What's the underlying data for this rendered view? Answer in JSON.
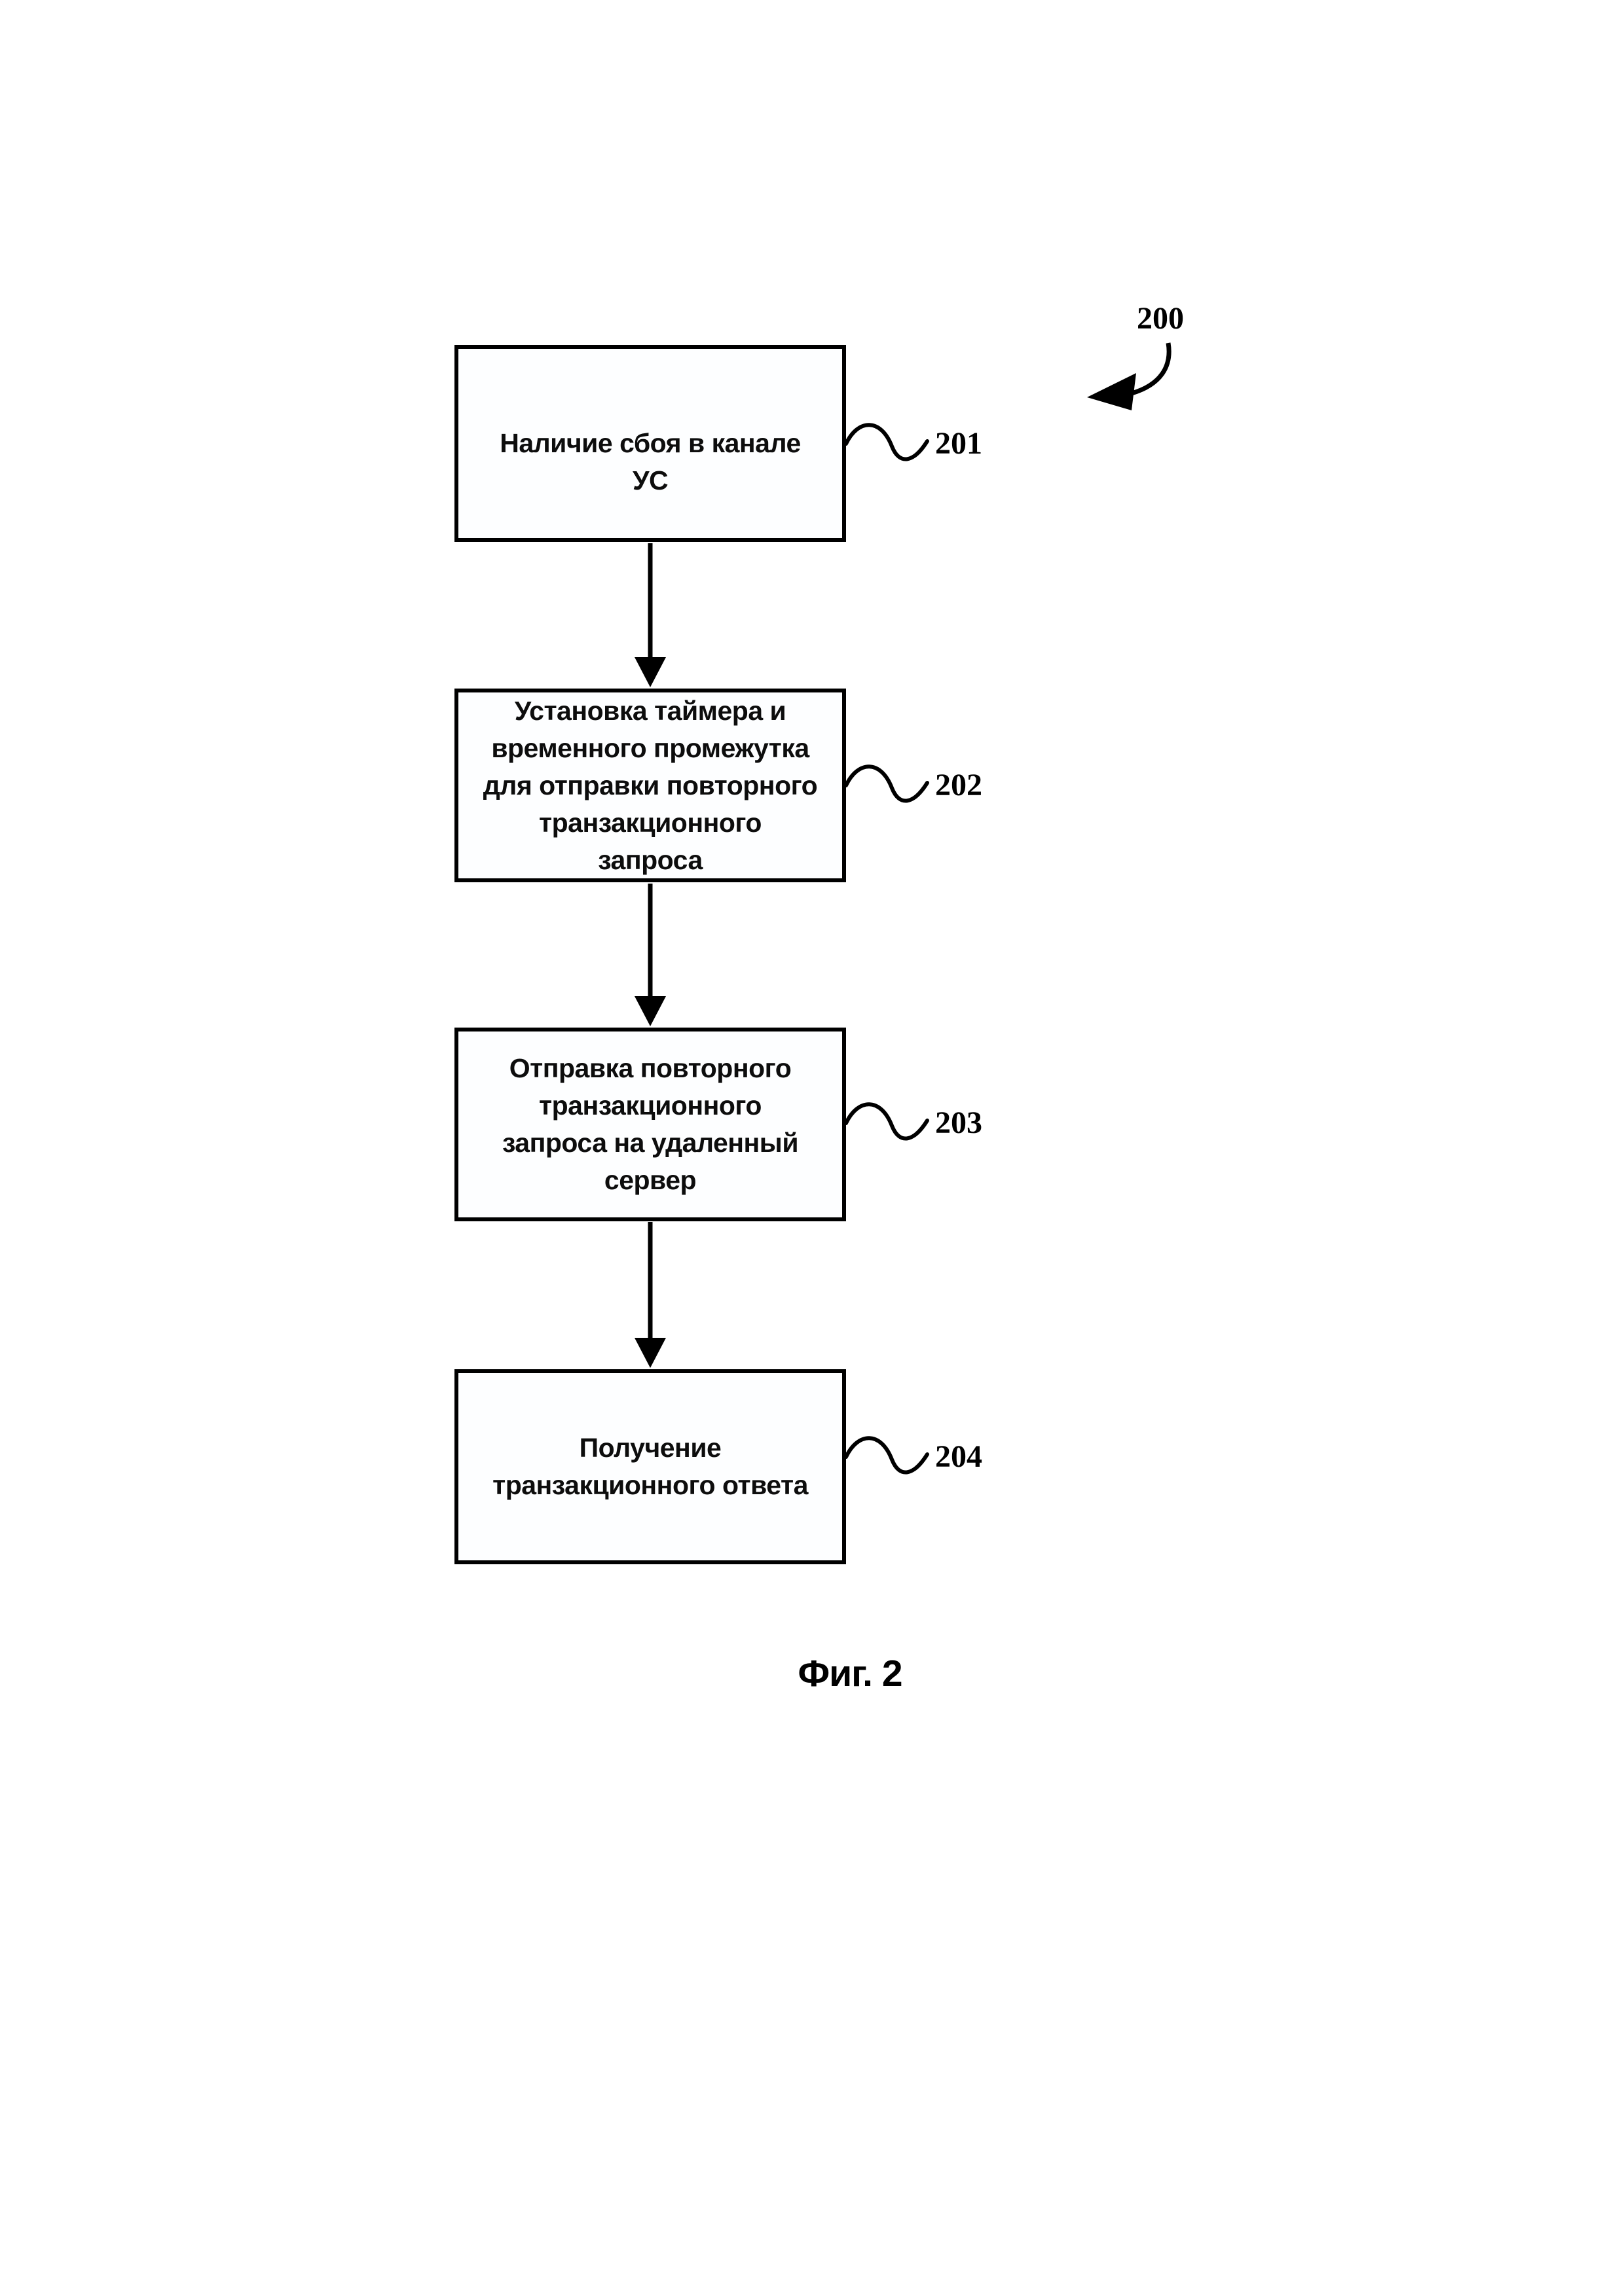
{
  "figure": {
    "reference_number": "200",
    "caption": "Фиг. 2",
    "steps": [
      {
        "id": "201",
        "text": "Наличие сбоя в канале УС",
        "lines": [
          "Наличие сбоя в канале",
          "УС"
        ]
      },
      {
        "id": "202",
        "text": "Установка таймера и временного промежутка для отправки повторного транзакционного запроса",
        "lines": [
          "Установка таймера и",
          "временного промежутка",
          "для отправки повторного",
          "транзакционного",
          "запроса"
        ]
      },
      {
        "id": "203",
        "text": "Отправка повторного транзакционного запроса на удаленный сервер",
        "lines": [
          "Отправка повторного",
          "транзакционного",
          "запроса на удаленный",
          "сервер"
        ]
      },
      {
        "id": "204",
        "text": "Получение транзакционного ответа",
        "lines": [
          "Получение",
          "транзакционного ответа"
        ]
      }
    ]
  }
}
